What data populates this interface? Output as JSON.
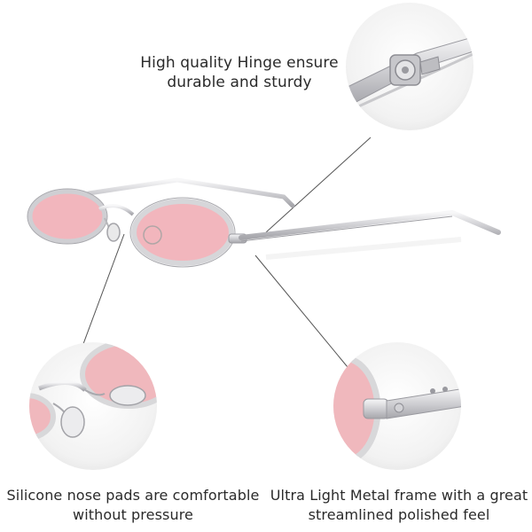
{
  "callouts": {
    "hinge": {
      "line1": "High quality Hinge ensure",
      "line2": "durable and sturdy"
    },
    "nose_pads": {
      "line1": "Silicone nose pads are comfortable",
      "line2": "without pressure"
    },
    "frame": {
      "line1": "Ultra Light Metal frame with a great",
      "line2": "streamlined polished feel"
    }
  },
  "colors": {
    "lens_pink": "#f2b6bd",
    "frame_silver": "#d9d9db",
    "frame_shadow": "#9a9aa0",
    "leader_line": "#555555",
    "circle_bg": "#f4f4f4"
  }
}
